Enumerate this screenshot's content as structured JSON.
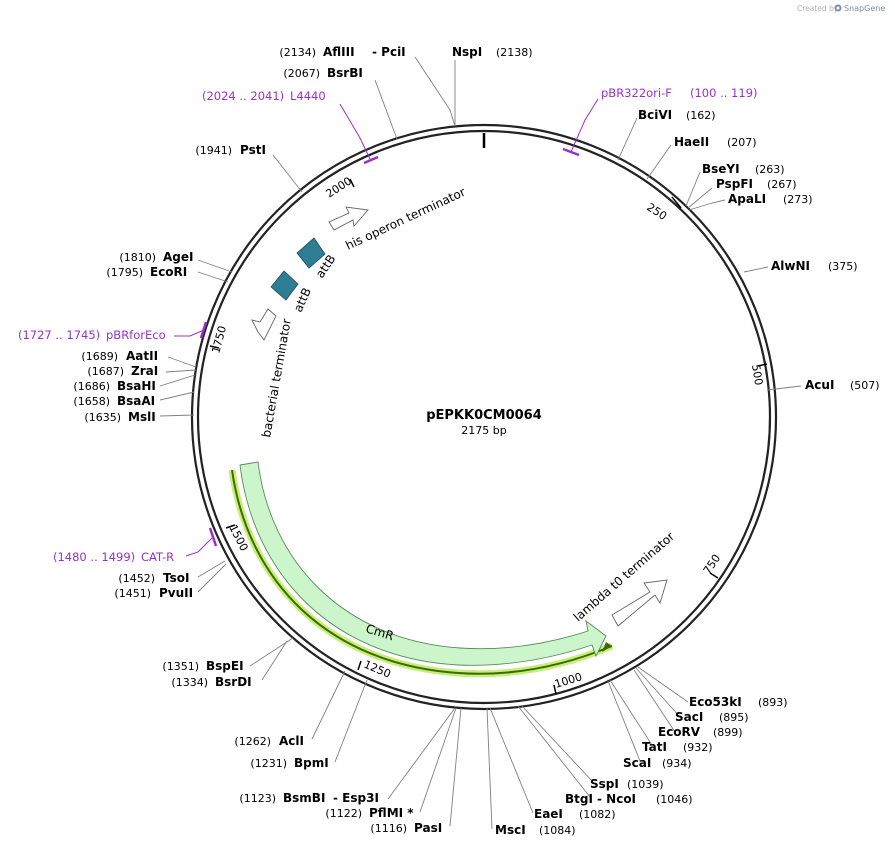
{
  "plasmid": {
    "name": "pEPKK0CM0064",
    "length_label": "2175 bp",
    "length": 2175
  },
  "credit": {
    "prefix": "Created by",
    "brand": "SnapGene"
  },
  "ticks": [
    "250",
    "500",
    "750",
    "1000",
    "1250",
    "1500",
    "1750",
    "2000"
  ],
  "enzymes": [
    {
      "name": "NspI",
      "pos": "(2138)"
    },
    {
      "name": "AflIII",
      "pos": "(2134)",
      "extra": "-  PciI"
    },
    {
      "name": "BsrBI",
      "pos": "(2067)"
    },
    {
      "name": "PstI",
      "pos": "(1941)"
    },
    {
      "name": "AgeI",
      "pos": "(1810)"
    },
    {
      "name": "EcoRI",
      "pos": "(1795)"
    },
    {
      "name": "AatII",
      "pos": "(1689)"
    },
    {
      "name": "ZraI",
      "pos": "(1687)"
    },
    {
      "name": "BsaHI",
      "pos": "(1686)"
    },
    {
      "name": "BsaAI",
      "pos": "(1658)"
    },
    {
      "name": "MslI",
      "pos": "(1635)"
    },
    {
      "name": "TsoI",
      "pos": "(1452)"
    },
    {
      "name": "PvuII",
      "pos": "(1451)"
    },
    {
      "name": "BspEI",
      "pos": "(1351)"
    },
    {
      "name": "BsrDI",
      "pos": "(1334)"
    },
    {
      "name": "AclI",
      "pos": "(1262)"
    },
    {
      "name": "BpmI",
      "pos": "(1231)"
    },
    {
      "name": "BsmBI",
      "pos": "(1123)",
      "extra": "-  Esp3I"
    },
    {
      "name": "PflMI *",
      "pos": "(1122)"
    },
    {
      "name": "PasI",
      "pos": "(1116)"
    },
    {
      "name": "MscI",
      "pos": "(1084)"
    },
    {
      "name": "EaeI",
      "pos": "(1082)"
    },
    {
      "name": "BtgI",
      "pos": "(1046)",
      "extra": "-  NcoI"
    },
    {
      "name": "SspI",
      "pos": "(1039)"
    },
    {
      "name": "ScaI",
      "pos": "(934)"
    },
    {
      "name": "TatI",
      "pos": "(932)"
    },
    {
      "name": "EcoRV",
      "pos": "(899)"
    },
    {
      "name": "SacI",
      "pos": "(895)"
    },
    {
      "name": "Eco53kI",
      "pos": "(893)"
    },
    {
      "name": "AcuI",
      "pos": "(507)"
    },
    {
      "name": "AlwNI",
      "pos": "(375)"
    },
    {
      "name": "ApaLI",
      "pos": "(273)"
    },
    {
      "name": "PspFI",
      "pos": "(267)"
    },
    {
      "name": "BseYI",
      "pos": "(263)"
    },
    {
      "name": "HaeII",
      "pos": "(207)"
    },
    {
      "name": "BciVI",
      "pos": "(162)"
    }
  ],
  "primers": [
    {
      "name": "L4440",
      "range": "(2024 .. 2041)"
    },
    {
      "name": "pBR322ori-F",
      "range": "(100 .. 119)"
    },
    {
      "name": "pBRforEco",
      "range": "(1727 .. 1745)"
    },
    {
      "name": "CAT-R",
      "range": "(1480 .. 1499)"
    }
  ],
  "features": [
    {
      "name": "his operon terminator",
      "type": "terminator"
    },
    {
      "name": "attB",
      "type": "misc"
    },
    {
      "name": "attB",
      "type": "misc"
    },
    {
      "name": "bacterial terminator",
      "type": "terminator"
    },
    {
      "name": "CmR",
      "type": "CDS"
    },
    {
      "name": "lambda t0 terminator",
      "type": "terminator"
    }
  ],
  "colors": {
    "backbone": "#222222",
    "primer": "#9b30c9",
    "cds_fill": "#ccf5cc",
    "cds_stroke": "#5a8a5a",
    "orf_line": "#3d6b00",
    "orf_glow": "#c6ee7a",
    "attb_fill": "#2e7d94",
    "leader": "#808080"
  }
}
